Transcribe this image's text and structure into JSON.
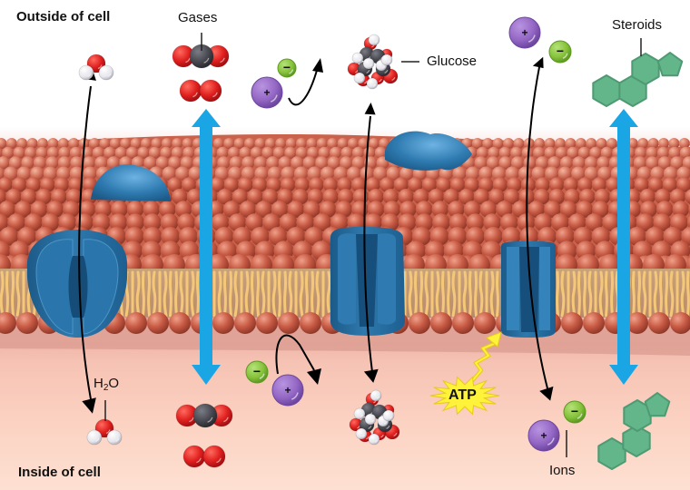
{
  "diagram": {
    "title": "Cell membrane transport",
    "regions": {
      "outside": "Outside of cell",
      "inside": "Inside of cell"
    },
    "labels": {
      "gases": "Gases",
      "glucose": "Glucose",
      "steroids": "Steroids",
      "ions": "Ions",
      "water_main": "H",
      "water_sub": "2",
      "water_tail": "O",
      "atp": "ATP"
    },
    "ion_signs": {
      "positive": "+",
      "negative": "−"
    },
    "colors": {
      "oxygen": "#e0201f",
      "carbon": "#4a4a52",
      "hydrogen": "#e8e8ee",
      "cation": "#9b6cc9",
      "anion": "#8cc63f",
      "steroid": "#63b58a",
      "protein": "#2a6e9f",
      "diffusion_arrow": "#1aa6e4",
      "lipid_head": "#c55a44",
      "lipid_tail": "#f4c878",
      "atp_burst": "#fff23a"
    },
    "pathways": [
      {
        "molecule": "H2O",
        "route": "aquaporin channel",
        "direction": "bidirectional"
      },
      {
        "molecule": "Gases",
        "route": "simple diffusion through bilayer",
        "direction": "bidirectional"
      },
      {
        "molecule": "Ions",
        "route": "channel/co-transport",
        "direction": "bidirectional"
      },
      {
        "molecule": "Glucose",
        "route": "carrier protein",
        "direction": "bidirectional"
      },
      {
        "molecule": "Ions",
        "route": "ATP-driven pump",
        "direction": "bidirectional"
      },
      {
        "molecule": "Steroids",
        "route": "simple diffusion through bilayer",
        "direction": "bidirectional"
      }
    ]
  }
}
